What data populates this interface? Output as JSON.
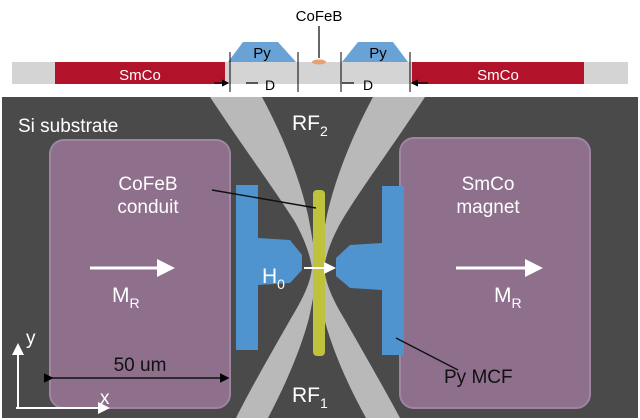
{
  "cross_section": {
    "left_magnet_label": "SmCo",
    "right_magnet_label": "SmCo",
    "left_flux_label": "Py",
    "right_flux_label": "Py",
    "center_label": "CoFeB",
    "left_gap_label": "D",
    "right_gap_label": "D"
  },
  "micrograph": {
    "substrate_label": "Si substrate",
    "rf_top": {
      "base": "RF",
      "sub": "2"
    },
    "rf_bottom": {
      "base": "RF",
      "sub": "1"
    },
    "conduit_label_line1": "CoFeB",
    "conduit_label_line2": "conduit",
    "magnet_label_line1": "SmCo",
    "magnet_label_line2": "magnet",
    "field_label": {
      "base": "H",
      "sub": "0"
    },
    "left_remanence": {
      "base": "M",
      "sub": "R"
    },
    "right_remanence": {
      "base": "M",
      "sub": "R"
    },
    "scale_label": "50 um",
    "flux_concentrator_label": "Py MCF",
    "axis_x": "x",
    "axis_y": "y"
  },
  "colors": {
    "smco_bar": "#b3122b",
    "permalloy": "#4f93cf",
    "magnet_fill": "#8e6f8c",
    "conduit": "#bfc23a",
    "waveguide": "#b9b9b9",
    "substrate": "#4a4a4a"
  }
}
